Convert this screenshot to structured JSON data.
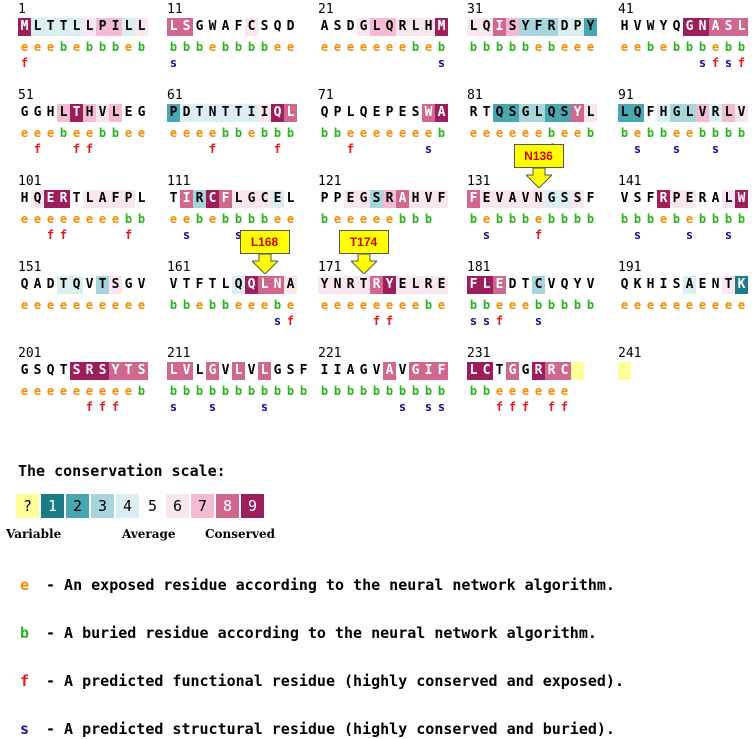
{
  "colors": {
    "grades": {
      "1": "#1b7c85",
      "2": "#4aa6b0",
      "3": "#a6d5db",
      "4": "#dbeef2",
      "5": "#ffffff",
      "6": "#fae6ef",
      "7": "#f3bcd3",
      "8": "#d0678f",
      "9": "#9c1f5b",
      "?": "#ffff99"
    },
    "exposed": "#f08c00",
    "buried": "#2cb21e",
    "functional": "#e11b1b",
    "structural": "#16168e"
  },
  "blocks": [
    {
      "start": "1",
      "seq": "MLTTLLPILL",
      "grades": "9444467746",
      "burial": "eeebebbbebb",
      "pred": "f........."
    },
    {
      "start": "11",
      "seq": "LSGWAFCSQD",
      "grades": "8855556555",
      "burial": "bbbebbbbee",
      "pred": "s........."
    },
    {
      "start": "21",
      "seq": "ASDGLQRLHM",
      "grades": "5556776669",
      "burial": "eeeeeeebeb",
      "pred": ".........s"
    },
    {
      "start": "31",
      "seq": "LQISYFRDPY",
      "grades": "6687333442",
      "burial": "bbbbbebeee",
      "pred": ".........."
    },
    {
      "start": "41",
      "seq": "HVWYQGNASL",
      "grades": "5555599888",
      "burial": "eebebbbebb",
      "pred": "......sfsf"
    },
    {
      "start": "51",
      "seq": "GGHLTHVLEG",
      "grades": "5557976755",
      "burial": "eeebeebbee",
      "pred": ".f..ff...."
    },
    {
      "start": "61",
      "seq": "PDTNTTIIQL",
      "grades": "2444444698",
      "burial": "eeeebbebbb",
      "pred": "...f....f."
    },
    {
      "start": "71",
      "seq": "QPLQEPESWA",
      "grades": "5555555589",
      "burial": "bbeeeeeeebe",
      "pred": "..f.....s."
    },
    {
      "start": "81",
      "seq": "RTQSGLQSYL",
      "grades": "5522332286",
      "burial": "eeeeeebeeb",
      "pred": "......f..."
    },
    {
      "start": "91",
      "seq": "LQFHGLVRLV",
      "grades": "2254337476",
      "burial": "bebbeebbbb",
      "pred": ".s..s..s.."
    },
    {
      "start": "101",
      "seq": "HQERTLAFPL",
      "grades": "5699566665",
      "burial": "eeeeeeeebb",
      "pred": "..ff....f."
    },
    {
      "start": "111",
      "seq": "TIRCFLGCEL",
      "grades": "5839866645",
      "burial": "eebebbbbee",
      "pred": ".s...s...."
    },
    {
      "start": "121",
      "seq": "PPEGSRAHVF",
      "grades": "5566378666",
      "burial": "beeeeebbb",
      "pred": ".........."
    },
    {
      "start": "131",
      "seq": "FEVAVNGSSF",
      "grades": "8666664465",
      "burial": "bebbbebbbb",
      "pred": ".s...f...."
    },
    {
      "start": "141",
      "seq": "VSFRPERALW",
      "grades": "5559665569",
      "burial": "bbbebebbbb",
      "pred": ".s...s..s."
    },
    {
      "start": "151",
      "seq": "QADTQVTSGV",
      "grades": "5554453655",
      "burial": "eeeeeeeeeeb",
      "pred": ".........."
    },
    {
      "start": "161",
      "seq": "VTFTLQQLNA",
      "grades": "5555549886",
      "burial": "bbebbeeebee",
      "pred": "........sf"
    },
    {
      "start": "171",
      "seq": "YNRTRYELRE",
      "grades": "6666896666",
      "burial": "eeeeeeeebee",
      "pred": "....ff...."
    },
    {
      "start": "181",
      "seq": "FLEDTCVQYV",
      "grades": "9985535555",
      "burial": "bbeeebbbbb",
      "pred": "ssf..s...."
    },
    {
      "start": "191",
      "seq": "QKHISAENTK",
      "grades": "5555545561",
      "burial": "eeeeeeeeeee",
      "pred": ".........."
    },
    {
      "start": "201",
      "seq": "GSQTSRSYTS",
      "grades": "5555999888",
      "burial": "eeeeeeeeebb",
      "pred": ".....fff.."
    },
    {
      "start": "211",
      "seq": "LVLGVLVLGSF",
      "grades": "8858585855",
      "burial": "bbbbbbbbbbb",
      "pred": "s..s...s.."
    },
    {
      "start": "221",
      "seq": "IIAGVAVGIF",
      "grades": "5555585888",
      "burial": "bbbbbbbbbbb",
      "pred": "......s.sss"
    },
    {
      "start": "231",
      "seq": "LCTGGRRC",
      "grades": "99585988?",
      "burial": "bbeeeeeee",
      "pred": "..fff.ff"
    },
    {
      "start": "241",
      "seq": "",
      "grades": "?",
      "burial": "",
      "pred": ""
    }
  ],
  "callouts": [
    {
      "label": "N136",
      "residue": 136
    },
    {
      "label": "L168",
      "residue": 168
    },
    {
      "label": "T174",
      "residue": 174
    }
  ],
  "scale": {
    "title": "The conservation scale:",
    "cells": [
      "?",
      "1",
      "2",
      "3",
      "4",
      "5",
      "6",
      "7",
      "8",
      "9"
    ],
    "labels": {
      "variable": "Variable",
      "average": "Average",
      "conserved": "Conserved"
    }
  },
  "legend": [
    {
      "symbol": "e",
      "text": "- An exposed residue according to the neural network algorithm."
    },
    {
      "symbol": "b",
      "text": "- A buried residue according to the neural network algorithm."
    },
    {
      "symbol": "f",
      "text": "- A predicted functional residue (highly conserved and exposed)."
    },
    {
      "symbol": "s",
      "text": "- A predicted structural residue (highly conserved and buried)."
    }
  ]
}
